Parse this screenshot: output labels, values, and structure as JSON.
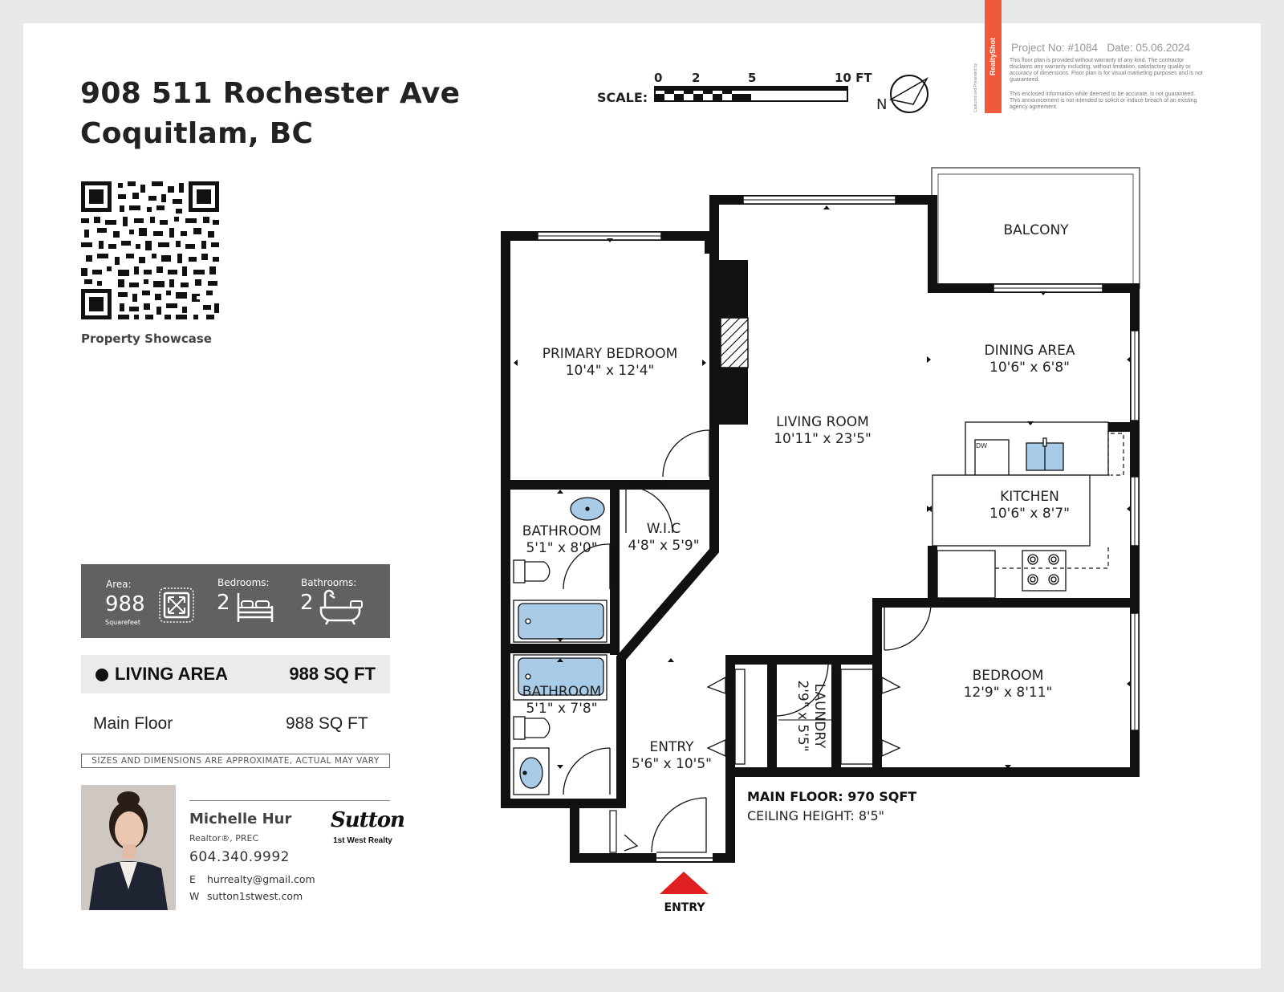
{
  "address": {
    "line1": "908 511 Rochester Ave",
    "line2": "Coquitlam, BC"
  },
  "qr": {
    "label": "Property Showcase"
  },
  "stats": {
    "area_label": "Area:",
    "area_value": "988",
    "area_unit": "Squarefeet",
    "bedrooms_label": "Bedrooms:",
    "bedrooms_value": "2",
    "bathrooms_label": "Bathrooms:",
    "bathrooms_value": "2"
  },
  "living_area": {
    "label": "LIVING AREA",
    "value": "988 SQ FT"
  },
  "main_floor": {
    "label": "Main Floor",
    "value": "988 SQ FT"
  },
  "disclaimer": "SIZES AND DIMENSIONS ARE APPROXIMATE, ACTUAL MAY VARY",
  "agent": {
    "name": "Michelle Hur",
    "title": "Realtor®, PREC",
    "phone": "604.340.9992",
    "email_key": "E",
    "email": "hurrealty@gmail.com",
    "web_key": "W",
    "web": "sutton1stwest.com",
    "brand_name": "Sutton",
    "brand_office": "1st West Realty"
  },
  "project": {
    "number": "Project No: #1084",
    "date": "Date: 05.06.2024",
    "disclaimer1": "This floor plan is provided without warranty of any kind. The contractor disclaims any warranty including, without limitation, satisfactory quality or accuracy of dimensions. Floor plan is for visual marketing purposes and is not guaranteed.",
    "disclaimer2": "This enclosed information while deemed to be accurate, is not guaranteed. This announcement is not intended to solicit or induce breach of an existing agency agreement.",
    "brand": "RealtyShot",
    "captured_by": "Captured and Presented by"
  },
  "scale": {
    "label": "SCALE:",
    "ticks": [
      "0",
      "2",
      "5",
      "10 FT"
    ],
    "north_label": "N"
  },
  "rooms": {
    "balcony": {
      "name": "BALCONY"
    },
    "primary_bedroom": {
      "name": "PRIMARY BEDROOM",
      "dims": "10'4\" x 12'4\""
    },
    "living_room": {
      "name": "LIVING ROOM",
      "dims": "10'11\" x 23'5\""
    },
    "dining_area": {
      "name": "DINING AREA",
      "dims": "10'6\" x 6'8\""
    },
    "kitchen": {
      "name": "KITCHEN",
      "dims": "10'6\" x 8'7\""
    },
    "dw": {
      "name": "DW"
    },
    "bathroom1": {
      "name": "BATHROOM",
      "dims": "5'1\" x 8'0\""
    },
    "wic": {
      "name": "W.I.C",
      "dims": "4'8\" x 5'9\""
    },
    "bathroom2": {
      "name": "BATHROOM",
      "dims": "5'1\" x 7'8\""
    },
    "laundry": {
      "name": "LAUNDRY",
      "dims": "2'9\" x 5'5\""
    },
    "bedroom": {
      "name": "BEDROOM",
      "dims": "12'9\" x 8'11\""
    },
    "entry": {
      "name": "ENTRY",
      "dims": "5'6\" x 10'5\""
    }
  },
  "floor_info": {
    "main_floor": "MAIN FLOOR: 970 SQFT",
    "ceiling": "CEILING HEIGHT: 8'5\""
  },
  "entry_marker": {
    "label": "ENTRY"
  },
  "colors": {
    "wall": "#111111",
    "fixture_blue": "#a8cbe8",
    "entry_arrow": "#e02020",
    "brand_orange": "#f05a3c",
    "stat_box": "#616161"
  }
}
